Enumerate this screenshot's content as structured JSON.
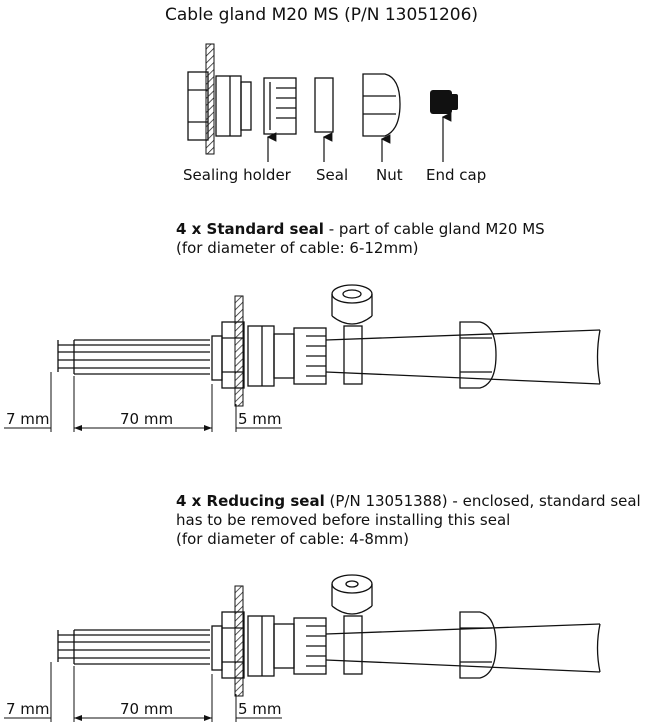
{
  "title": "Cable gland M20 MS (P/N 13051206)",
  "parts": {
    "sealing_holder": "Sealing holder",
    "seal": "Seal",
    "nut": "Nut",
    "end_cap": "End cap"
  },
  "section1": {
    "heading_bold": "4 x Standard  seal",
    "heading_rest": " - part of cable gland M20 MS",
    "line2": "(for diameter of cable: 6-12mm)",
    "dims": [
      "7 mm",
      "70 mm",
      "5 mm"
    ]
  },
  "section2": {
    "heading_bold": "4 x Reducing  seal",
    "heading_rest": " (P/N 13051388) - enclosed, standard seal",
    "line2": "has to be removed before installing this seal",
    "line3": "(for diameter of cable: 4-8mm)",
    "dims": [
      "7 mm",
      "70 mm",
      "5 mm"
    ]
  }
}
